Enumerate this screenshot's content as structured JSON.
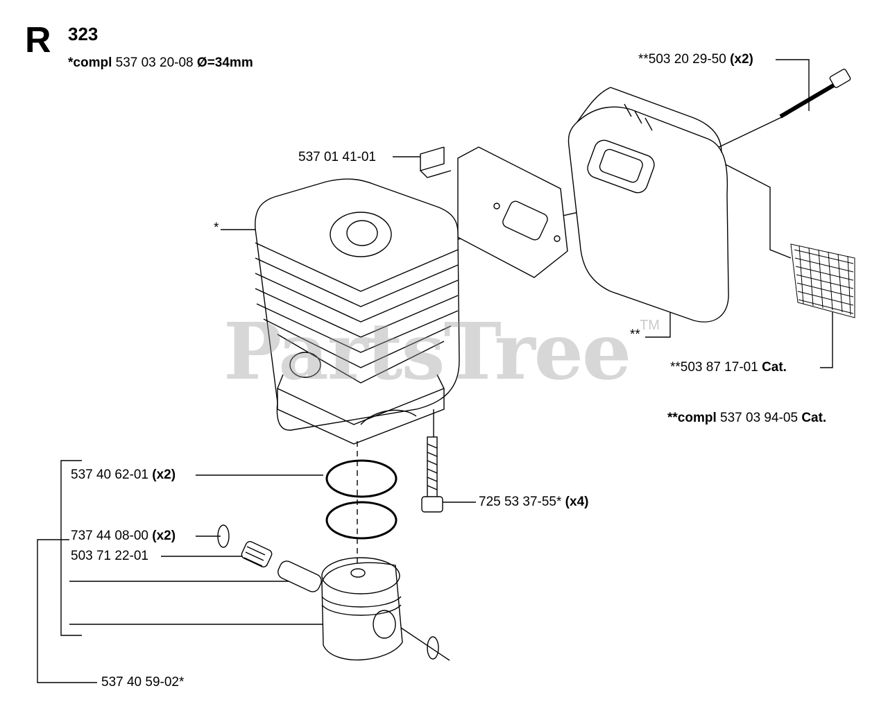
{
  "header": {
    "section_letter": "R",
    "page_number": "323",
    "compl_prefix": "*compl",
    "compl_number": "537 03 20-08",
    "compl_spec": "Ø=34mm"
  },
  "watermark": {
    "text": "PartsTree",
    "tm": "TM"
  },
  "labels": {
    "bolt_long": {
      "number": "**503 20 29-50",
      "qty": "(x2)"
    },
    "bracket": {
      "number": "537 01 41-01"
    },
    "cylinder": {
      "number": "*"
    },
    "muffler": {
      "number": "**"
    },
    "screen": {
      "number": "**503 87 17-01",
      "suffix": "Cat."
    },
    "muffler_compl": {
      "prefix": "**compl",
      "number": "537 03 94-05",
      "suffix": "Cat."
    },
    "piston_rings": {
      "number": "537 40 62-01",
      "qty": "(x2)"
    },
    "cylinder_screws": {
      "number": "725 53 37-55*",
      "qty": "(x4)"
    },
    "circlips": {
      "number": "737 44 08-00",
      "qty": "(x2)"
    },
    "needle_bearing": {
      "number": "503 71 22-01"
    },
    "piston_kit": {
      "number": "537 40 59-02*"
    }
  }
}
